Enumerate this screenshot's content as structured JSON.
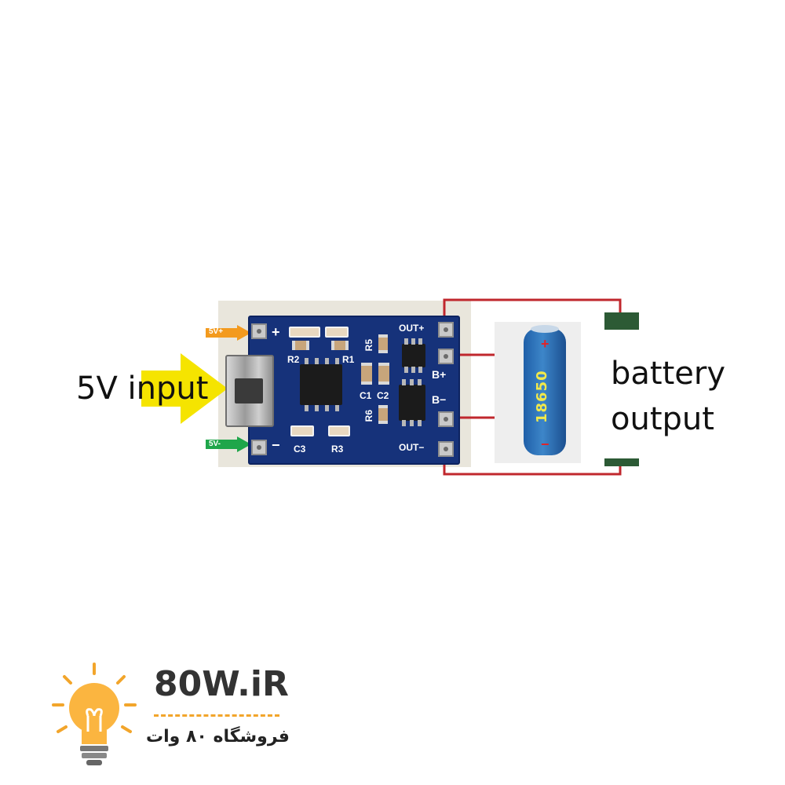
{
  "input_label": "5V input",
  "output_label_line1": "battery",
  "output_label_line2": "output",
  "board": {
    "plus": "+",
    "minus": "−",
    "out_plus": "OUT+",
    "out_minus": "OUT−",
    "b_plus": "B+",
    "b_minus": "B−",
    "r1": "R1",
    "r2": "R2",
    "r3": "R3",
    "r5": "R5",
    "r6": "R6",
    "c1": "C1",
    "c2": "C2",
    "c3": "C3",
    "in_plus_tag": "5V+",
    "in_minus_tag": "5V-"
  },
  "battery": {
    "label": "18650",
    "plus_sign": "+",
    "minus_sign": "−"
  },
  "logo": {
    "title": "80W.iR",
    "subtitle": "فروشگاه ۸۰ وات"
  },
  "colors": {
    "pcb": "#16327a",
    "wire": "#c0272d",
    "battery": "#2f72b8",
    "arrow_input": "#f5e400",
    "arrow_plus": "#f39a1e",
    "arrow_minus": "#1fa64a",
    "logo_accent": "#f2a52b"
  }
}
